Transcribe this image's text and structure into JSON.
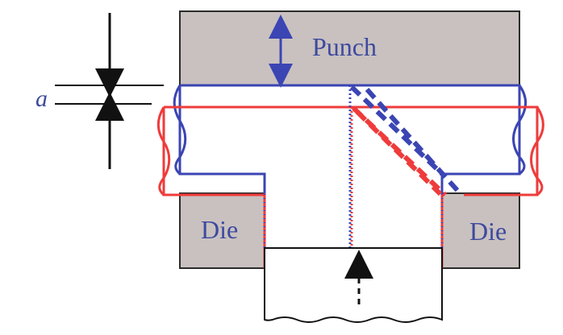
{
  "labels": {
    "punch": "Punch",
    "die_left": "Die",
    "die_right": "Die",
    "gap_symbol": "a"
  },
  "colors": {
    "tool_fill": "#c9c1c0",
    "tool_stroke": "#2b2b2b",
    "blue": "#3b45b3",
    "red": "#ef3b3b",
    "black": "#111111",
    "text_blue": "#3d4a9e"
  },
  "icons": {
    "punch_motion": "double-arrow-vertical-icon",
    "ejector_motion": "dashed-up-arrow-icon",
    "gap_dimension": "dimension-arrows-icon"
  }
}
